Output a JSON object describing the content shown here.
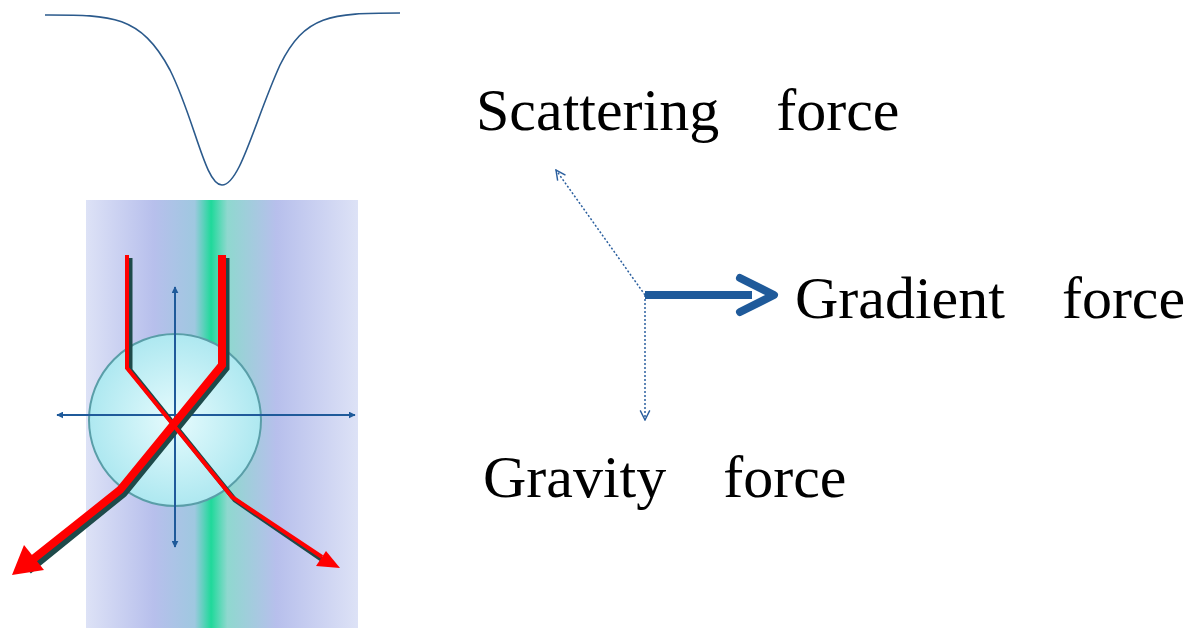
{
  "diagram": {
    "labels": [
      "Scattering force",
      "Gradient force",
      "Gravity force"
    ]
  }
}
